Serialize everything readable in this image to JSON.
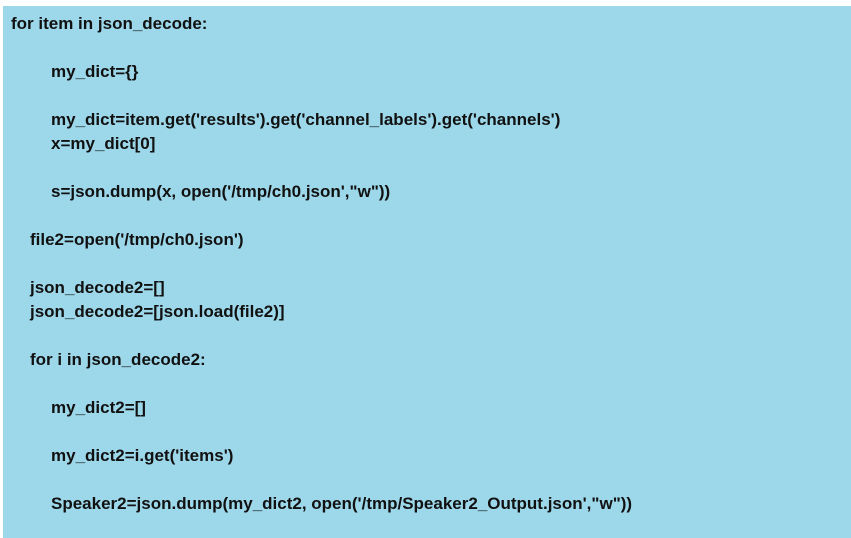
{
  "code": {
    "lines": [
      "for item in json_decode:",
      "my_dict={}",
      "my_dict=item.get('results').get('channel_labels').get('channels')",
      "x=my_dict[0]",
      "s=json.dump(x, open('/tmp/ch0.json',\"w\"))",
      "file2=open('/tmp/ch0.json')",
      "json_decode2=[]",
      "json_decode2=[json.load(file2)]",
      "for i in json_decode2:",
      "my_dict2=[]",
      "my_dict2=i.get('items')",
      "Speaker2=json.dump(my_dict2, open('/tmp/Speaker2_Output.json',\"w\"))"
    ]
  },
  "colors": {
    "panel_background": "#9dd8ea",
    "text": "#111111"
  }
}
